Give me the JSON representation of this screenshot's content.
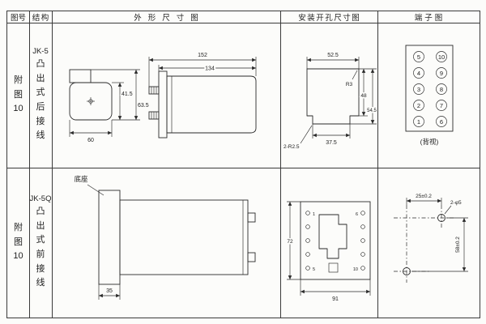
{
  "headers": {
    "fig": "图号",
    "structure": "结构",
    "outline": "外形尺寸图",
    "mounting": "安装开孔尺寸图",
    "terminal": "端子图"
  },
  "rows": [
    {
      "fig": "附图10",
      "model": "JK-5",
      "structure_text": "凸出式后接线",
      "outline": {
        "len_total": "152",
        "len_body": "134",
        "h_body": "41.5",
        "h_total": "63.5",
        "width": "60"
      },
      "mounting": {
        "w_top": "52.5",
        "r_corner": "R3",
        "h_step": "48",
        "h_total": "54.5",
        "r_bottom": "2-R2.5",
        "w_bottom": "37.5"
      },
      "terminal": {
        "left": [
          "5",
          "4",
          "3",
          "2",
          "1"
        ],
        "right": [
          "10",
          "9",
          "8",
          "7",
          "6"
        ],
        "caption": "(背视)"
      }
    },
    {
      "fig": "附图10",
      "model": "JK-5Q",
      "structure_text": "凸出式前接线",
      "outline": {
        "base_label": "底座",
        "base_width": "35"
      },
      "mounting": {
        "height": "72",
        "width": "91",
        "holes": {
          "tl": "1",
          "tr": "6",
          "bl": "5",
          "br": "10"
        }
      },
      "terminal": {
        "pitch_h": "25±0.2",
        "hole_note": "2-φ5",
        "pitch_v": "58±0.2"
      }
    }
  ]
}
